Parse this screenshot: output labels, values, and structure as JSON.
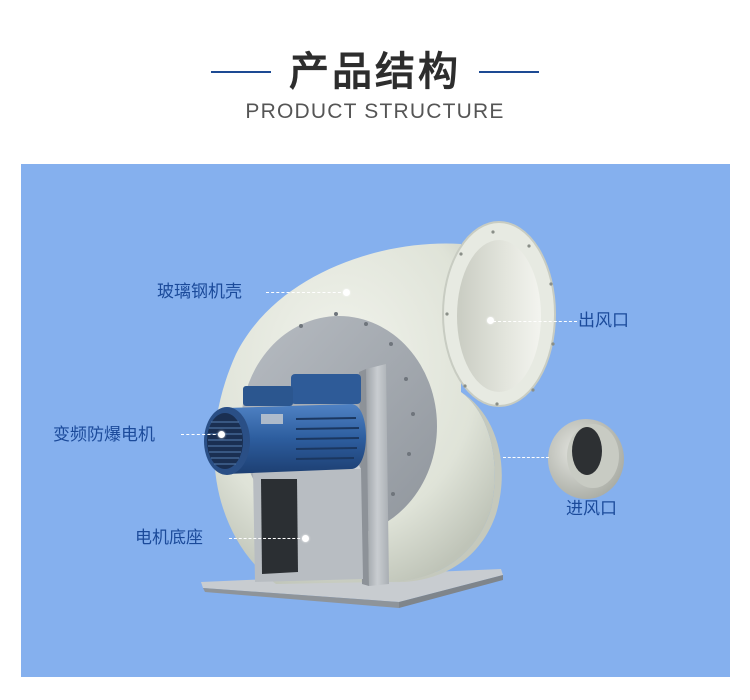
{
  "header": {
    "title": "产品结构",
    "subtitle": "PRODUCT STRUCTURE",
    "line_color": "#1d4a93"
  },
  "panel": {
    "background": "#85b0ee",
    "image_alt": "玻璃钢离心风机产品结构图"
  },
  "labels": {
    "housing": "玻璃钢机壳",
    "motor": "变频防爆电机",
    "base": "电机底座",
    "outlet": "出风口",
    "inlet": "进风口"
  },
  "colors": {
    "label_text": "#1b4a9a",
    "housing": "#e4e8de",
    "motor": "#2f5f9e"
  }
}
